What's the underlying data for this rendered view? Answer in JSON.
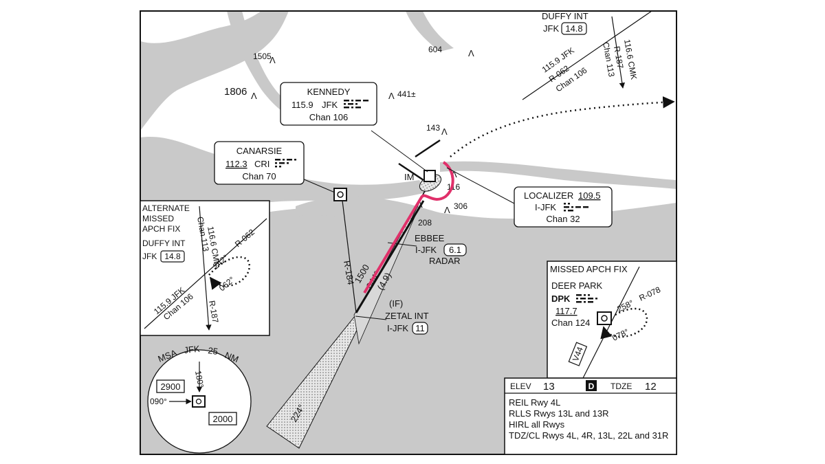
{
  "colors": {
    "land": "#ffffff",
    "water": "#c9c9c9",
    "ink": "#111111",
    "course": "#e0306a"
  },
  "terrain": {
    "elev_1505": "1505",
    "elev_604": "604",
    "elev_1806": "1806",
    "elev_441": "441±",
    "elev_143": "143",
    "elev_116": "116",
    "elev_306": "306",
    "elev_208": "208"
  },
  "kennedy": {
    "name": "KENNEDY",
    "freq": "115.9",
    "ident": "JFK",
    "chan": "Chan 106"
  },
  "canarsie": {
    "name": "CANARSIE",
    "freq": "112.3",
    "ident": "CRI",
    "chan": "Chan 70"
  },
  "localizer": {
    "label": "LOCALIZER",
    "freq": "109.5",
    "ident": "I-JFK",
    "chan": "Chan 32"
  },
  "duffy_top": {
    "name": "DUFFY INT",
    "ref": "JFK",
    "dist": "14.8",
    "r1_freq": "115.9 JFK",
    "r1_radial": "R-062",
    "r1_chan": "Chan 106",
    "r2_freq": "116.6 CMK",
    "r2_radial": "R-187",
    "r2_chan": "Chan 113"
  },
  "im": "IM",
  "ebbee": {
    "name": "EBBEE",
    "ident": "I-JFK",
    "dist": "6.1",
    "radar": "RADAR"
  },
  "final": {
    "alt": "1500",
    "course": "044°",
    "dist": "(4.9)",
    "radial": "R-184",
    "outbound": "224°"
  },
  "zetal": {
    "if": "(IF)",
    "name": "ZETAL INT",
    "ident": "I-JFK",
    "dist": "11"
  },
  "alt_missed": {
    "title1": "ALTERNATE",
    "title2": "MISSED",
    "title3": "APCH FIX",
    "fix": "DUFFY INT",
    "ref": "JFK",
    "dist": "14.8",
    "vor1": "116.6 CMK",
    "chan1": "Chan 113",
    "radial1": "R-062",
    "in_course": "242°",
    "out_course": "062°",
    "vor2": "115.9 JFK",
    "chan2": "Chan 106",
    "radial2": "R-187"
  },
  "missed": {
    "title": "MISSED APCH FIX",
    "name": "DEER PARK",
    "ident": "DPK",
    "freq": "117.7",
    "chan": "Chan 124",
    "in_course": "258°",
    "radial": "R-078",
    "out_course": "078°",
    "airway": "V44"
  },
  "msa": {
    "label": "MSA",
    "ref": "JFK",
    "dist": "25",
    "unit": "NM",
    "b1": "180°",
    "b2": "090°",
    "alt1": "2900",
    "alt2": "2000"
  },
  "info": {
    "elev_label": "ELEV",
    "elev": "13",
    "badge": "D",
    "tdze_label": "TDZE",
    "tdze": "12",
    "notes": [
      "REIL Rwy 4L",
      "RLLS Rwys 13L and 13R",
      "HIRL all Rwys",
      "TDZ/CL Rwys 4L, 4R, 13L, 22L and 31R"
    ]
  }
}
